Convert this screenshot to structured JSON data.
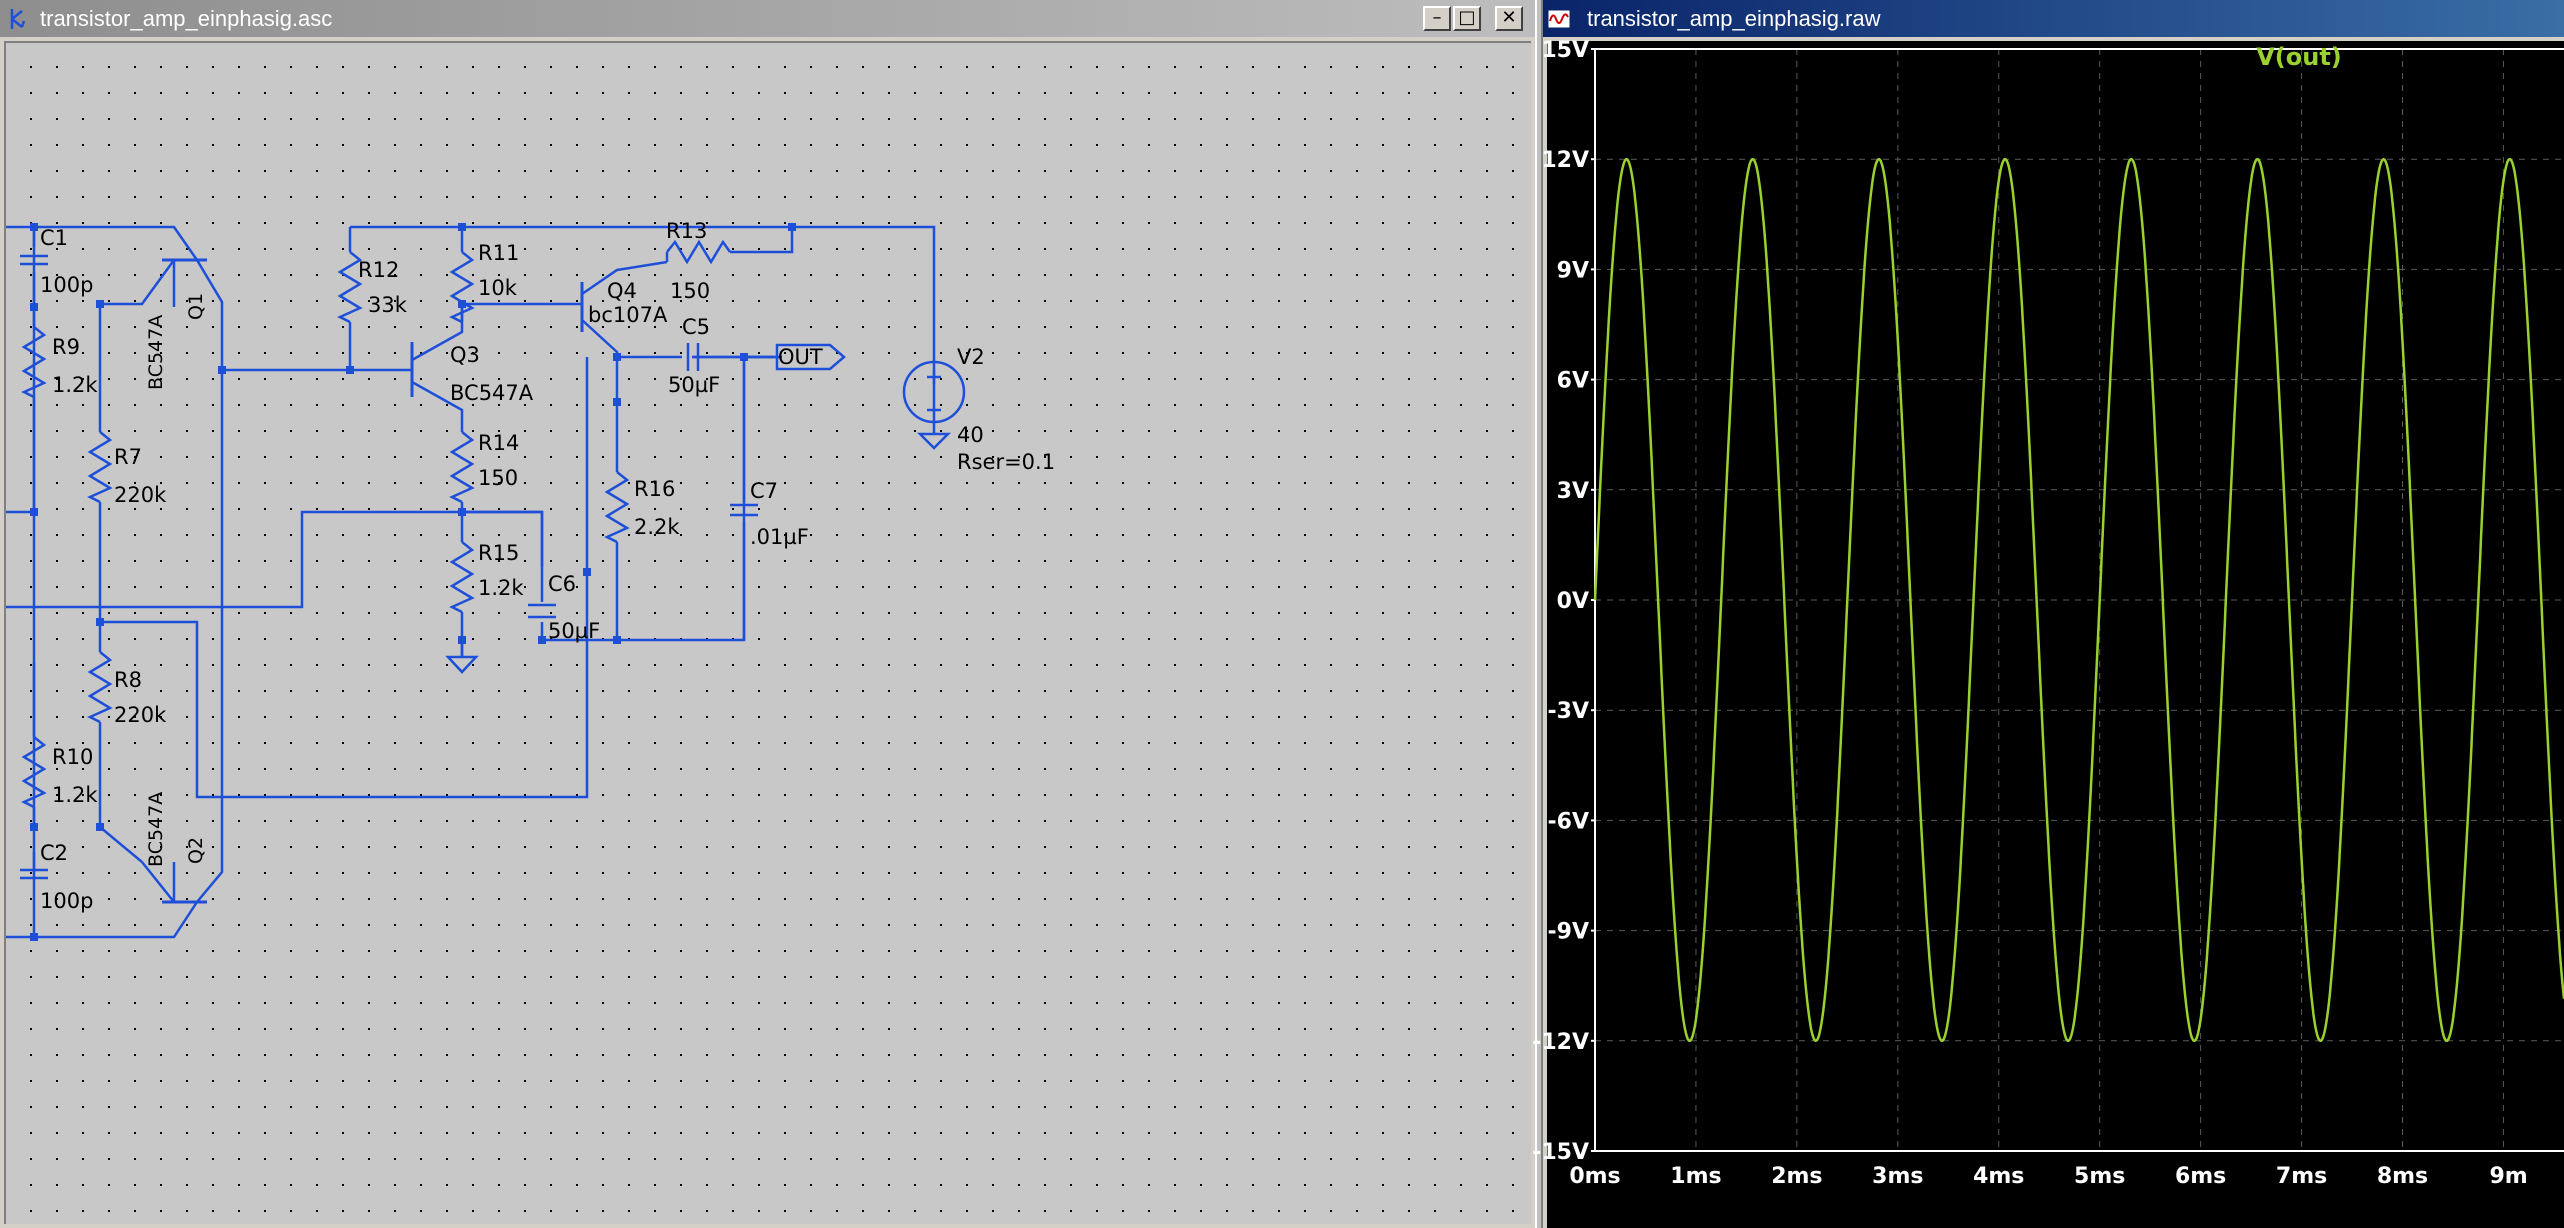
{
  "schematic": {
    "title": "transistor_amp_einphasig.asc",
    "labels": {
      "C1": "C1",
      "C1v": "100p",
      "R9": "R9",
      "R9v": "1.2k",
      "Q1": "Q1",
      "Q1v": "BC547A",
      "R7": "R7",
      "R7v": "220k",
      "R8": "R8",
      "R8v": "220k",
      "R10": "R10",
      "R10v": "1.2k",
      "C2": "C2",
      "C2v": "100p",
      "Q2": "Q2",
      "Q2v": "BC547A",
      "R12": "R12",
      "R12v": "33k",
      "R11": "R11",
      "R11v": "10k",
      "Q3": "Q3",
      "Q3v": "BC547A",
      "R14": "R14",
      "R14v": "150",
      "R15": "R15",
      "R15v": "1.2k",
      "C6": "C6",
      "C6v": "50µF",
      "Q4": "Q4",
      "Q4v": "bc107A",
      "R13": "R13",
      "R13v": "150",
      "C5": "C5",
      "C5v": "50µF",
      "R16": "R16",
      "R16v": "2.2k",
      "C7": "C7",
      "C7v": ".01µF",
      "OUT": "OUT",
      "V2": "V2",
      "V2v": "40",
      "V2r": "Rser=0.1"
    }
  },
  "waveform": {
    "title": "transistor_amp_einphasig.raw",
    "trace_label": "V(out)",
    "y_ticks": [
      "15V",
      "12V",
      "9V",
      "6V",
      "3V",
      "0V",
      "-3V",
      "-6V",
      "-9V",
      "-12V",
      "-15V"
    ],
    "x_ticks": [
      "0ms",
      "1ms",
      "2ms",
      "3ms",
      "4ms",
      "5ms",
      "6ms",
      "7ms",
      "8ms",
      "9m"
    ]
  },
  "colors": {
    "wire": "#1e4fd8",
    "trace": "#9bd12e",
    "plot_bg": "#000000",
    "grid": "#5a5a5a",
    "title_active": "#0a246a",
    "title_inactive": "#9a9a9a"
  },
  "chart_data": {
    "type": "line",
    "title": "",
    "series": [
      {
        "name": "V(out)",
        "amplitude_V": 12,
        "offset_V": 0,
        "period_ms": 1.25,
        "phase_start": "rising from 0V",
        "x_range_ms": [
          0,
          9
        ]
      }
    ],
    "x": {
      "label": "",
      "unit": "ms",
      "range": [
        0,
        9
      ],
      "ticks": [
        0,
        1,
        2,
        3,
        4,
        5,
        6,
        7,
        8,
        9
      ]
    },
    "y": {
      "label": "",
      "unit": "V",
      "range": [
        -15,
        15
      ],
      "ticks": [
        15,
        12,
        9,
        6,
        3,
        0,
        -3,
        -6,
        -9,
        -12,
        -15
      ]
    },
    "grid": true,
    "legend": "top-center",
    "peaks_ms": [
      0.31,
      1.56,
      2.81,
      4.06,
      5.31,
      6.56,
      7.81,
      9.06
    ],
    "troughs_ms": [
      0.94,
      2.19,
      3.44,
      4.69,
      5.94,
      7.19,
      8.44
    ]
  }
}
